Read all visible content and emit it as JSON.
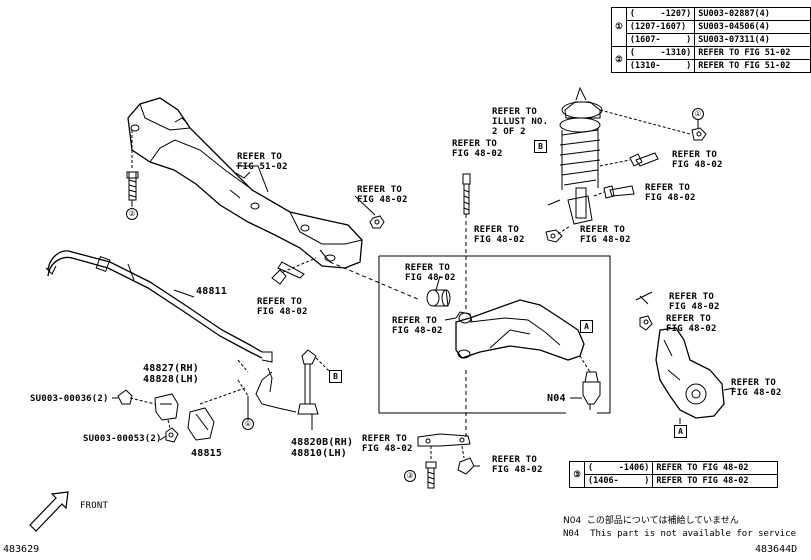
{
  "table1": {
    "groups": [
      {
        "num": "①",
        "rows": [
          {
            "range": "(     -1207)",
            "part": "SU003-02887(4)"
          },
          {
            "range": "(1207-1607)",
            "part": "SU003-04506(4)"
          },
          {
            "range": "(1607-     )",
            "part": "SU003-07311(4)"
          }
        ]
      },
      {
        "num": "②",
        "rows": [
          {
            "range": "(     -1310)",
            "part": "REFER TO FIG 51-02"
          },
          {
            "range": "(1310-     )",
            "part": "REFER TO FIG 51-02"
          }
        ]
      }
    ]
  },
  "table2": {
    "num": "③",
    "rows": [
      {
        "range": "(     -1406)",
        "part": "REFER TO FIG 48-02"
      },
      {
        "range": "(1406-     )",
        "part": "REFER TO FIG 48-02"
      }
    ]
  },
  "labels": {
    "crossmember_ref": "REFER TO\nFIG 51-02",
    "crossmember_bolt_ref": "REFER TO\nFIG 48-02",
    "nut_right_ref": "REFER TO\nFIG 48-02",
    "illust_ref": "REFER TO\nILLUST NO.\n2 OF 2",
    "bolt_mid_ref": "REFER TO\nFIG 48-02",
    "strut_ref1": "REFER TO\nFIG 48-02",
    "strut_ref2": "REFER TO\nFIG 48-02",
    "strut_ref3": "REFER TO\nFIG 48-02",
    "arm_ref": "REFER TO\nFIG 48-02",
    "bush_ref": "REFER TO\nFIG 48-02",
    "bush2_ref": "REFER TO\nFIG 48-02",
    "bolt_low_ref": "REFER TO\nFIG 48-02",
    "knuckle_ref1": "REFER TO\nFIG 48-02",
    "knuckle_ref2": "REFER TO\nFIG 48-02",
    "knuckle_ref3": "REFER TO\nFIG 48-02",
    "arm_bottom_ref": "REFER TO\nFIG 48-02",
    "nut_bottom_ref": "REFER TO\nFIG 48-02",
    "p48811": "48811",
    "p48827": "48827(RH)\n48828(LH)",
    "p00036": "SU003-00036(2)",
    "p00053": "SU003-00053(2)",
    "p48815": "48815",
    "p48820": "48820B(RH)\n48810(LH)",
    "n04": "N04",
    "front": "FRONT",
    "box_a": "A",
    "box_b": "B",
    "circ1": "①",
    "circ2": "②",
    "circ3": "③"
  },
  "footer": {
    "note_jp": "N04  この部品については補給していません",
    "note_en": "N04  This part is not available for service",
    "left_code": "483629",
    "right_code": "483644D"
  }
}
